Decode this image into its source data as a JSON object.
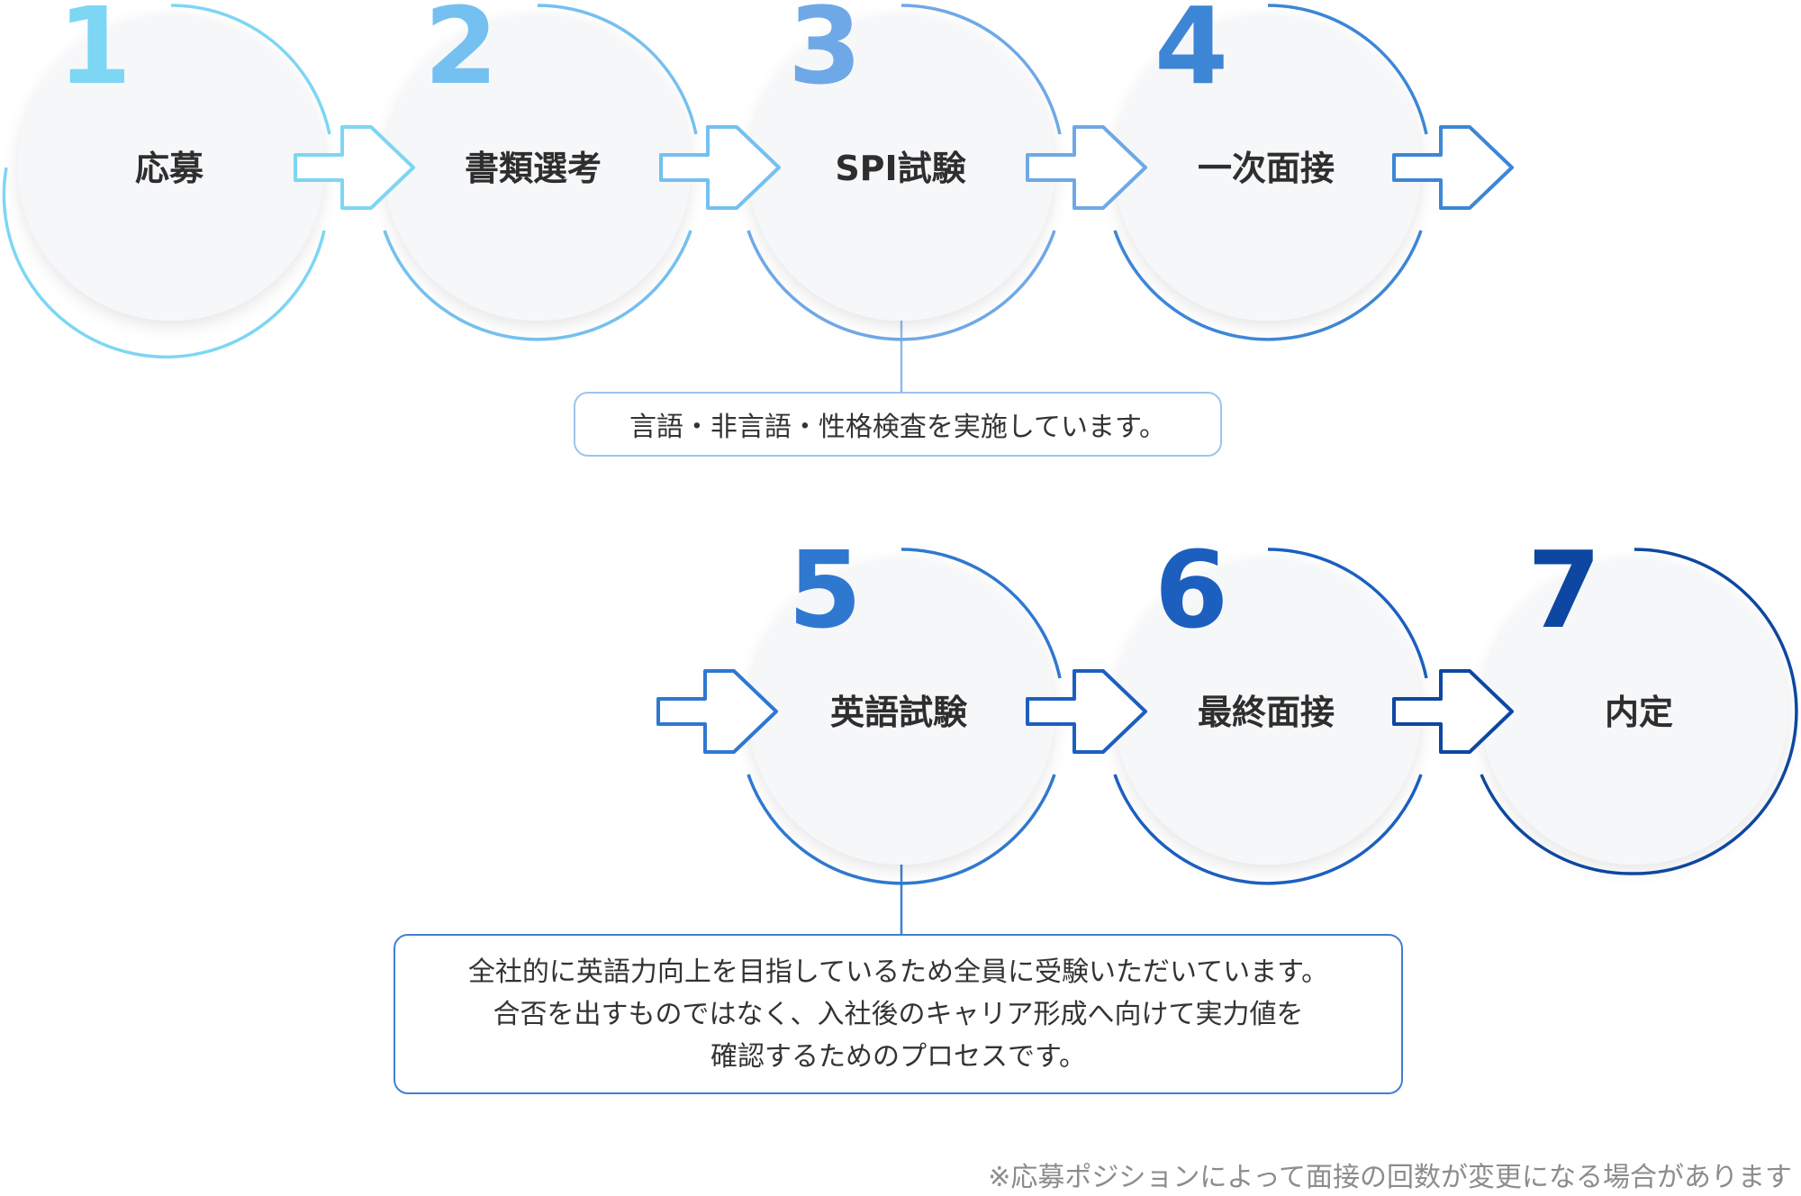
{
  "steps": [
    {
      "number": "1",
      "label": "応募",
      "color": "#7dd6f3"
    },
    {
      "number": "2",
      "label": "書類選考",
      "color": "#74c0f0"
    },
    {
      "number": "3",
      "label": "SPI試験",
      "color": "#6fa8e6"
    },
    {
      "number": "4",
      "label": "一次面接",
      "color": "#3d86d6"
    },
    {
      "number": "5",
      "label": "英語試験",
      "color": "#2f78d0"
    },
    {
      "number": "6",
      "label": "最終面接",
      "color": "#1c5fbf"
    },
    {
      "number": "7",
      "label": "内定",
      "color": "#0d47a1"
    }
  ],
  "notes": {
    "spi": "言語・非言語・性格検査を実施しています。",
    "english": {
      "line1": "全社的に英語力向上を目指しているため全員に受験いただいています。",
      "line2": "合否を出すものではなく、入社後のキャリア形成へ向けて実力値を",
      "line3": "確認するためのプロセスです。"
    }
  },
  "footnote": "※応募ポジションによって面接の回数が変更になる場合があります"
}
